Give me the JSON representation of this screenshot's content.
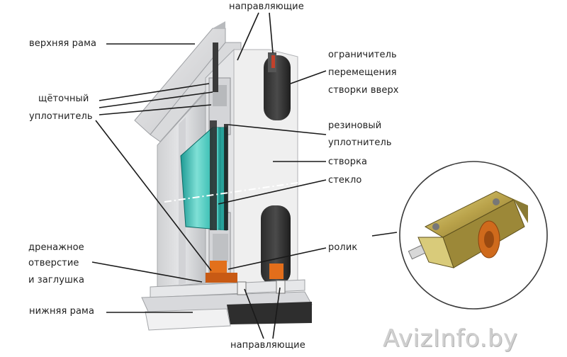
{
  "labels": {
    "top_frame": "верхняя рама",
    "guides_top": "направляющие",
    "limiter_line1": "ограничитель",
    "limiter_line2": "перемещения",
    "limiter_line3": "створки вверх",
    "brush_line1": "щёточный",
    "brush_line2": "уплотнитель",
    "rubber_line1": "резиновый",
    "rubber_line2": "уплотнитель",
    "sash": "створка",
    "glass": "стекло",
    "roller": "ролик",
    "drain_line1": "дренажное",
    "drain_line2": "отверстие",
    "drain_line3": "и заглушка",
    "bottom_frame": "нижняя рама",
    "guides_bottom": "направляющие"
  },
  "watermark": "AvizInfo.by"
}
